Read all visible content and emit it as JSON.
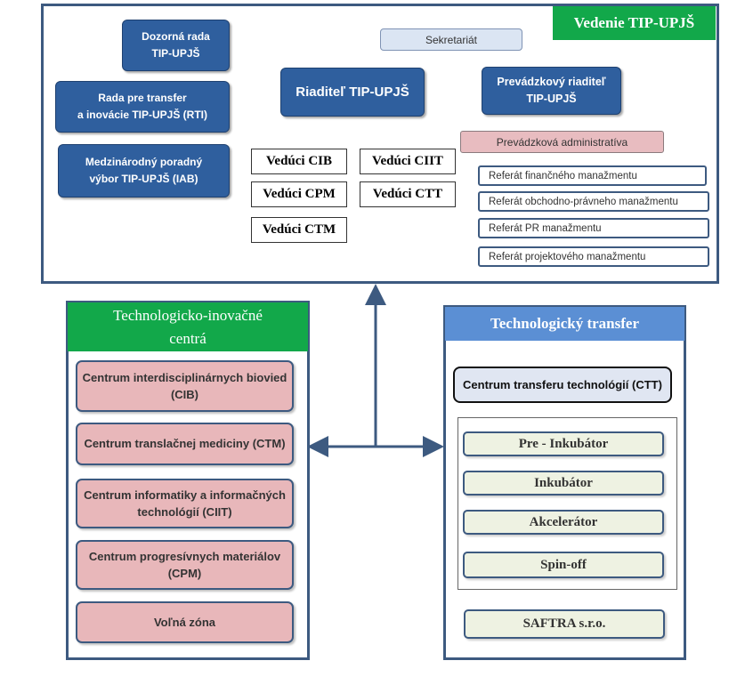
{
  "management": {
    "title": "Vedenie TIP-UPJŠ",
    "supervisory_board": [
      "Dozorná rada",
      "TIP-UPJŠ"
    ],
    "transfer_council": [
      "Rada pre transfer",
      "a inovácie TIP-UPJŠ (RTI)"
    ],
    "advisory_board": [
      "Medzinárodný poradný",
      "výbor TIP-UPJŠ (IAB)"
    ],
    "director": "Riaditeľ TIP-UPJŠ",
    "secretariat": "Sekretariát",
    "operations_director": [
      "Prevádzkový riaditeľ",
      "TIP-UPJŠ"
    ],
    "operations_admin": "Prevádzková administratíva",
    "heads": {
      "cib": "Vedúci CIB",
      "cpm": "Vedúci CPM",
      "ctm": "Vedúci CTM",
      "ciit": "Vedúci CIIT",
      "ctt": "Vedúci CTT"
    },
    "departments": [
      "Referát finančného manažmentu",
      "Referát obchodno-právneho manažmentu",
      "Referát PR manažmentu",
      "Referát projektového manažmentu"
    ]
  },
  "innovation_centres": {
    "title": [
      "Technologicko-inovačné",
      "centrá"
    ],
    "items": [
      [
        "Centrum interdisciplinárnych biovied",
        "(CIB)"
      ],
      [
        "Centrum translačnej mediciny (CTM)"
      ],
      [
        "Centrum informatiky a informačných",
        "technológií (CIIT)"
      ],
      [
        "Centrum progresívnych materiálov",
        "(CPM)"
      ],
      [
        "Voľná zóna"
      ]
    ]
  },
  "tech_transfer": {
    "title": "Technologický transfer",
    "ctt": "Centrum transferu technológií (CTT)",
    "stages": [
      "Pre - Inkubátor",
      "Inkubátor",
      "Akcelerátor",
      "Spin-off"
    ],
    "saftra": "SAFTRA s.r.o."
  },
  "colors": {
    "frame": "#3d5a80",
    "blue_box": "#2f5f9e",
    "green_header": "#12a84a",
    "pink_box": "#e8b7ba",
    "cream_box": "#eef2e2",
    "tt_header": "#5b8fd4"
  }
}
